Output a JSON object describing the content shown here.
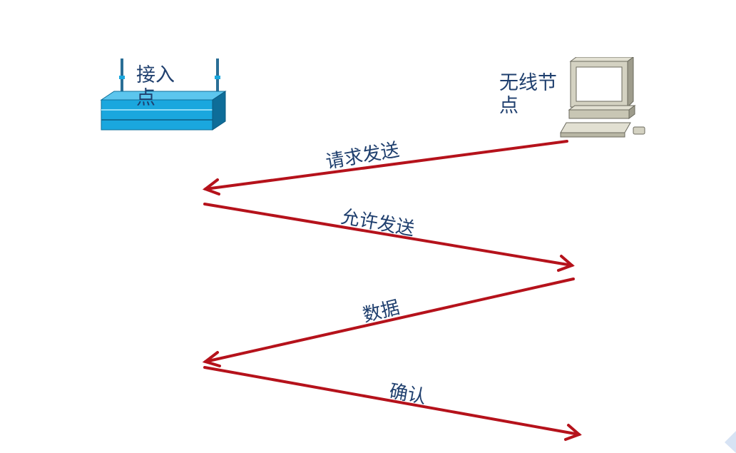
{
  "nodes": {
    "access_point": {
      "label": "接入点"
    },
    "wireless_station": {
      "label": "无线节点"
    }
  },
  "messages": [
    {
      "label": "请求发送",
      "direction": "station-to-ap"
    },
    {
      "label": "允许发送",
      "direction": "ap-to-station"
    },
    {
      "label": "数据",
      "direction": "station-to-ap"
    },
    {
      "label": "确认",
      "direction": "ap-to-station"
    }
  ],
  "colors": {
    "arrow": "#b5121b",
    "text": "#1f3f6e",
    "router": "#1aa7de",
    "computer": "#c8c6b4"
  },
  "icons": [
    "router-icon",
    "computer-icon"
  ]
}
